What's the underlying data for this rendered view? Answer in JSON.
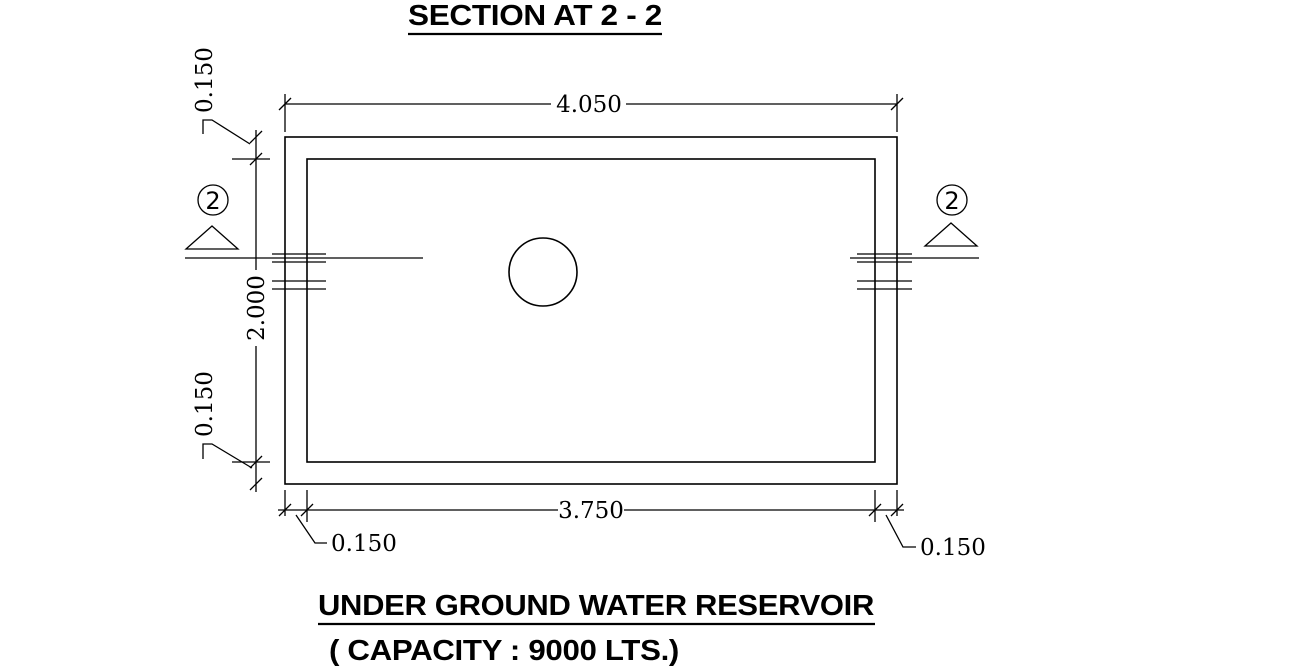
{
  "section_title": "SECTION AT 2 - 2",
  "caption": {
    "title": "UNDER GROUND WATER RESERVOIR",
    "subtitle": "( CAPACITY : 9000 LTS.)"
  },
  "dimensions": {
    "overall_width": "4.050",
    "inner_width": "3.750",
    "inner_height": "2.000",
    "wall_top": "0.150",
    "wall_bottom": "0.150",
    "wall_left": "0.150",
    "wall_right": "0.150"
  },
  "section_markers": {
    "left": "2",
    "right": "2"
  }
}
